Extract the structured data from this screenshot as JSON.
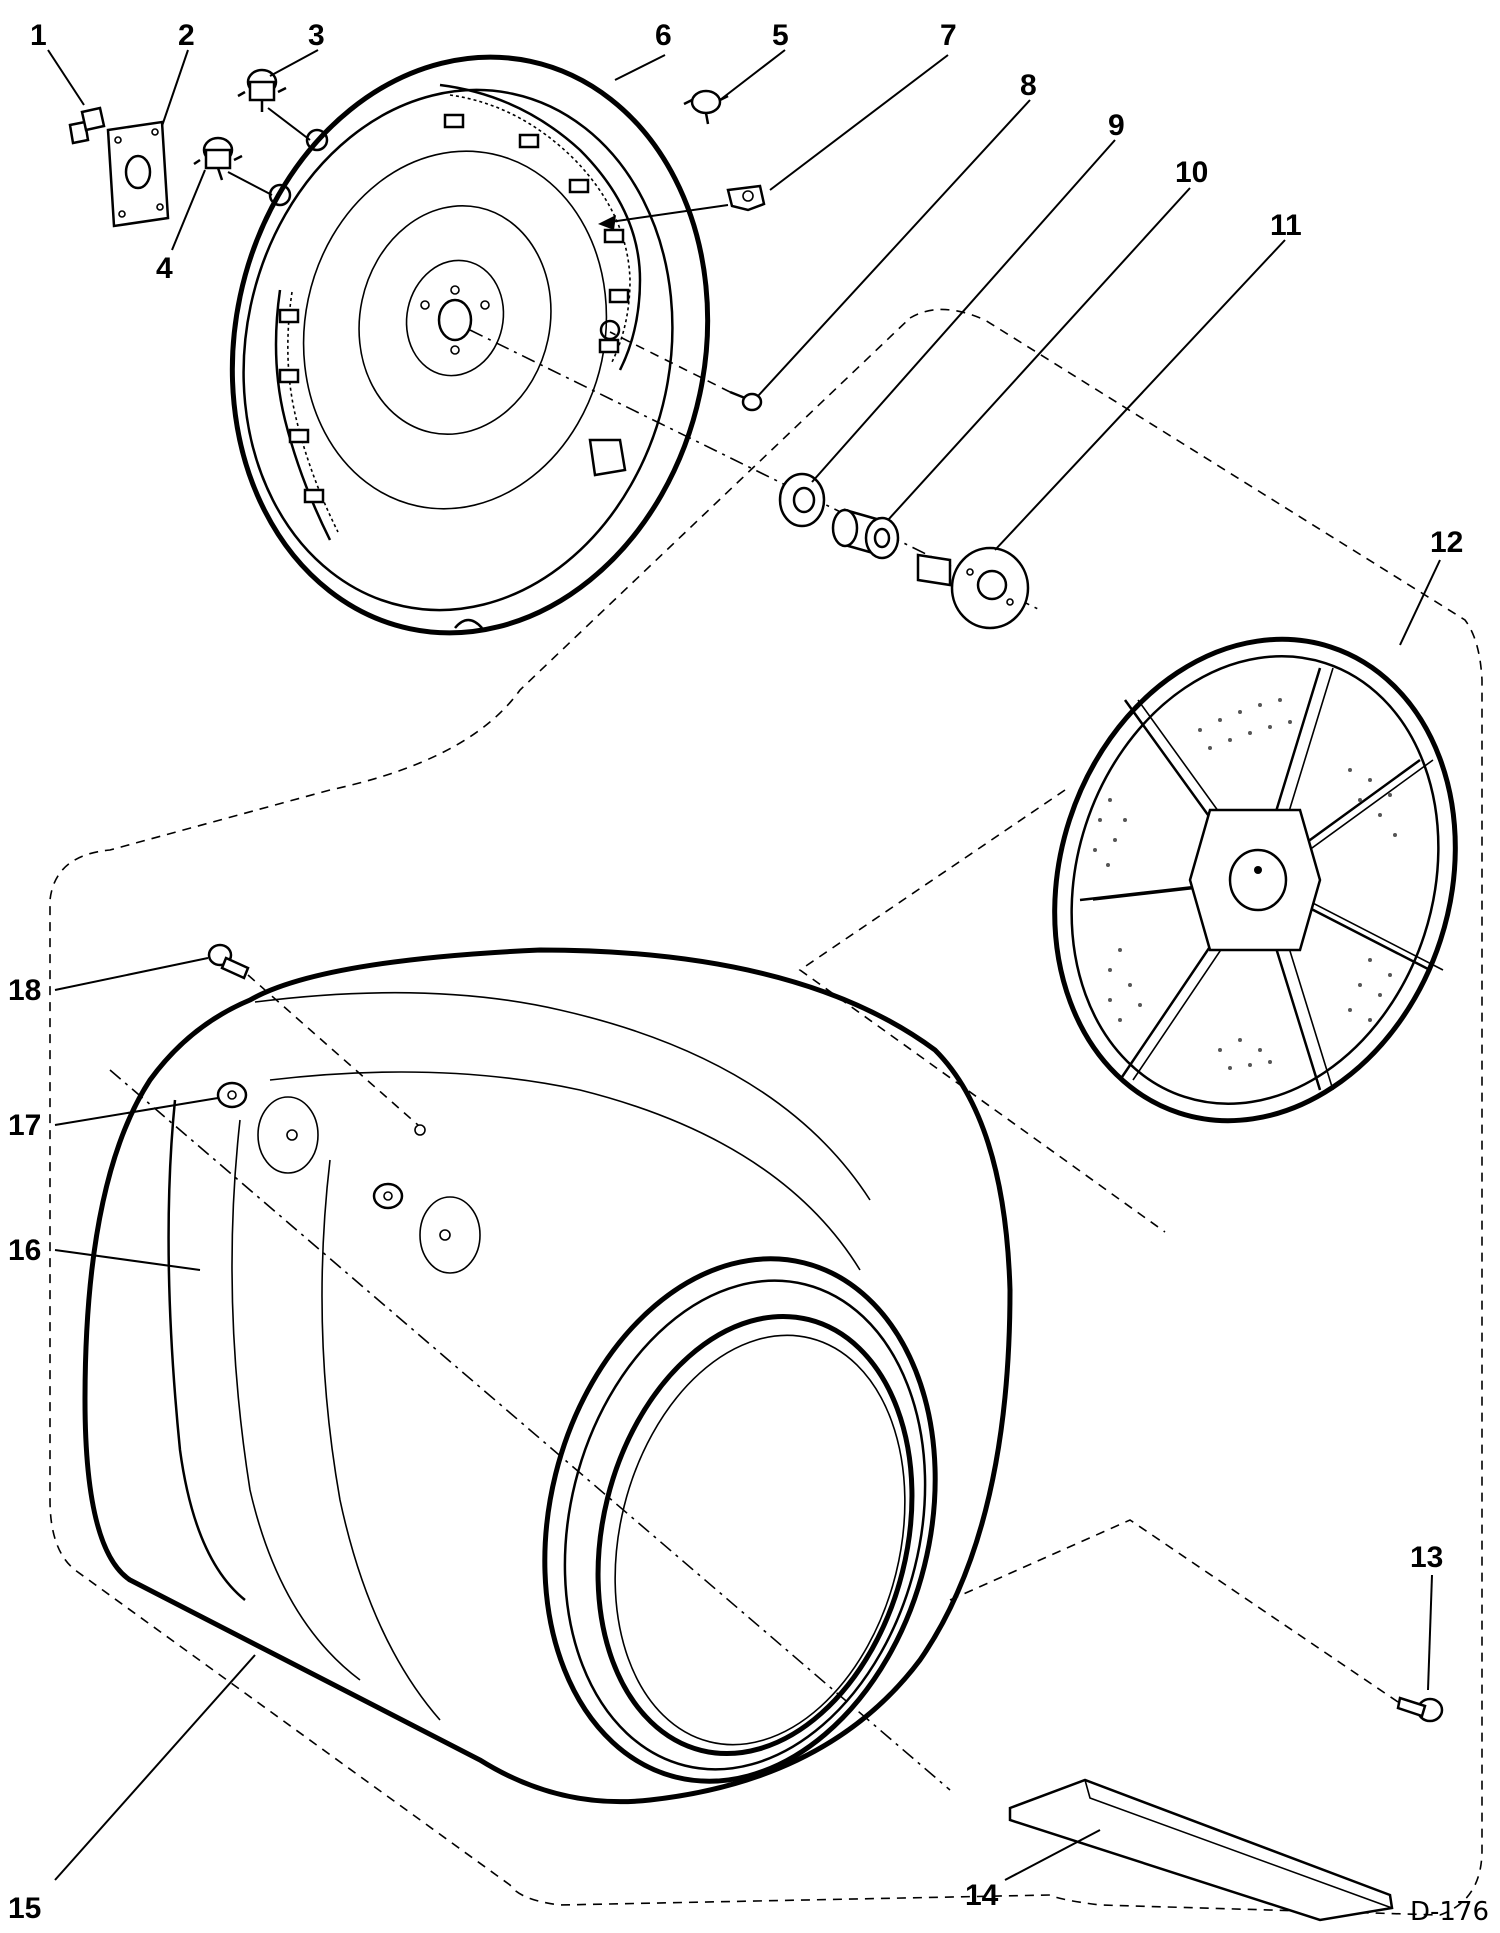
{
  "diagram": {
    "drawing_id": "D-176",
    "callouts": [
      "1",
      "2",
      "3",
      "4",
      "5",
      "6",
      "7",
      "8",
      "9",
      "10",
      "11",
      "12",
      "13",
      "14",
      "15",
      "16",
      "17",
      "18"
    ]
  }
}
